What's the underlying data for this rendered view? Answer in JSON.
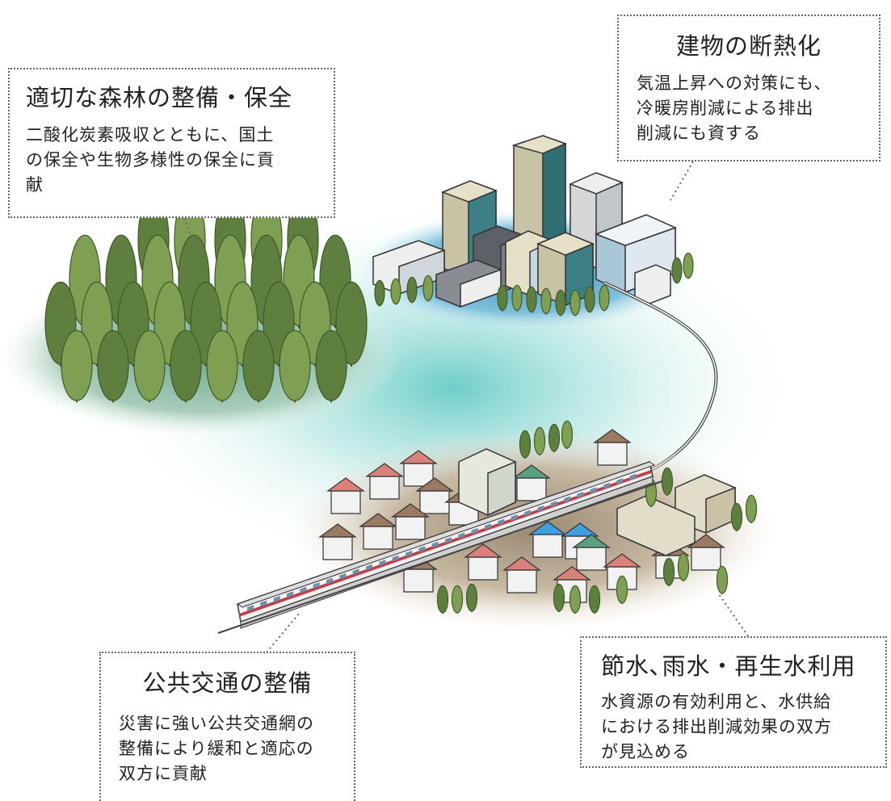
{
  "callouts": {
    "forest": {
      "title": "適切な森林の整備・保全",
      "body": "二酸化炭素吸収とともに、国土\nの保全や生物多様性の保全に貢\n献"
    },
    "building": {
      "title": "建物の断熱化",
      "body": "気温上昇への対策にも、\n冷暖房削減による排出\n削減にも資する"
    },
    "transit": {
      "title": "公共交通の整備",
      "body": "災害に強い公共交通網の\n整備により緩和と適応の\n双方に貢献"
    },
    "water": {
      "title": "節水､雨水・再生水利用",
      "body": "水資源の有効利用と、水供給\nにおける排出削減効果の双方\nが見込める"
    }
  },
  "colors": {
    "teal_glow": "#7fd3cc",
    "forest_ground": "#7fae9a",
    "tree_dark": "#5f7f3e",
    "tree_light": "#7fa052",
    "city_ground": "#5aa4c7",
    "town_ground": "#b7a68e",
    "roof_red": "#d9817a",
    "roof_blue": "#3f9fe0",
    "roof_green": "#5aa080",
    "roof_brown": "#9a7a62",
    "train_stripe": "#c0404a"
  }
}
